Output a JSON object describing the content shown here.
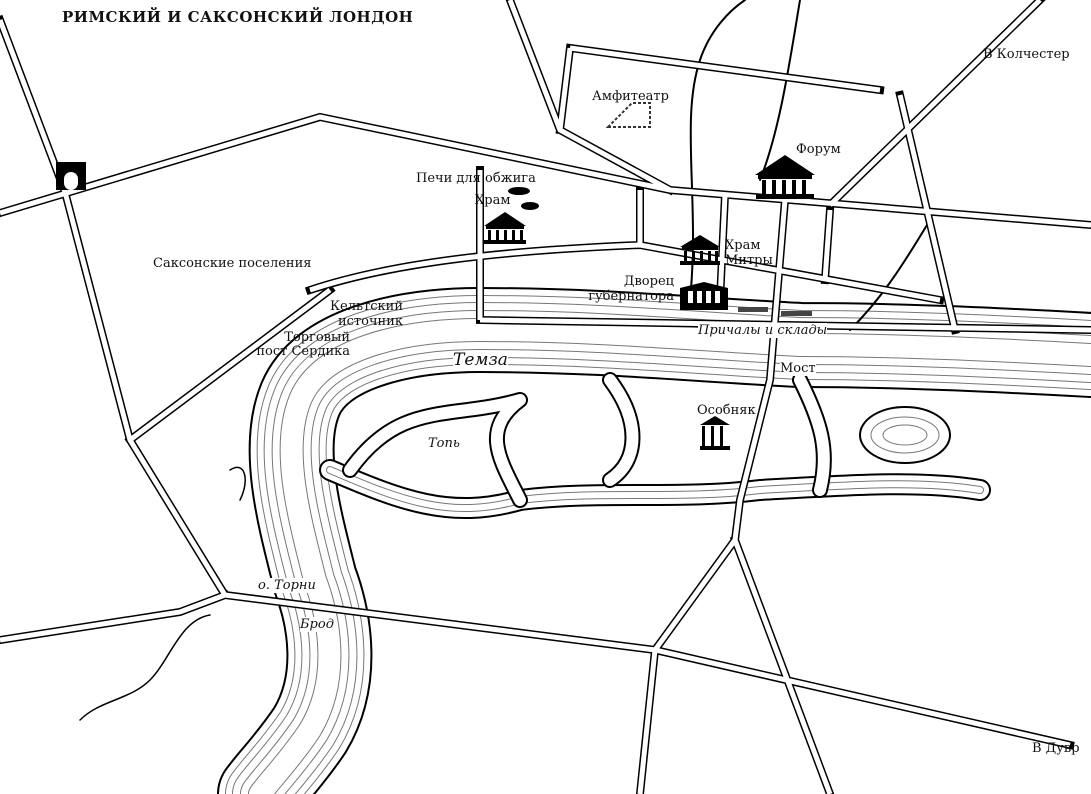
{
  "title": "РИМСКИЙ И САКСОНСКИЙ ЛОНДОН",
  "labels": {
    "colchester": "В Колчестер",
    "amphitheatre": "Амфитеатр",
    "forum": "Форум",
    "kilns": "Печи для обжига",
    "temple": "Храм",
    "mithras_1": "Храм",
    "mithras_2": "Митры",
    "saxon": "Саксонские поселения",
    "palace_1": "Дворец",
    "palace_2": "губернатора",
    "spring_1": "Кельтский",
    "spring_2": "источник",
    "post_1": "Торговый",
    "post_2": "пост Сердика",
    "wharves": "Причалы и склады",
    "thames": "Темза",
    "bridge": "Мост",
    "mansion": "Особняк",
    "marsh": "Топь",
    "thorney": "о. Торни",
    "ford": "Брод",
    "dover": "В Дувр"
  }
}
